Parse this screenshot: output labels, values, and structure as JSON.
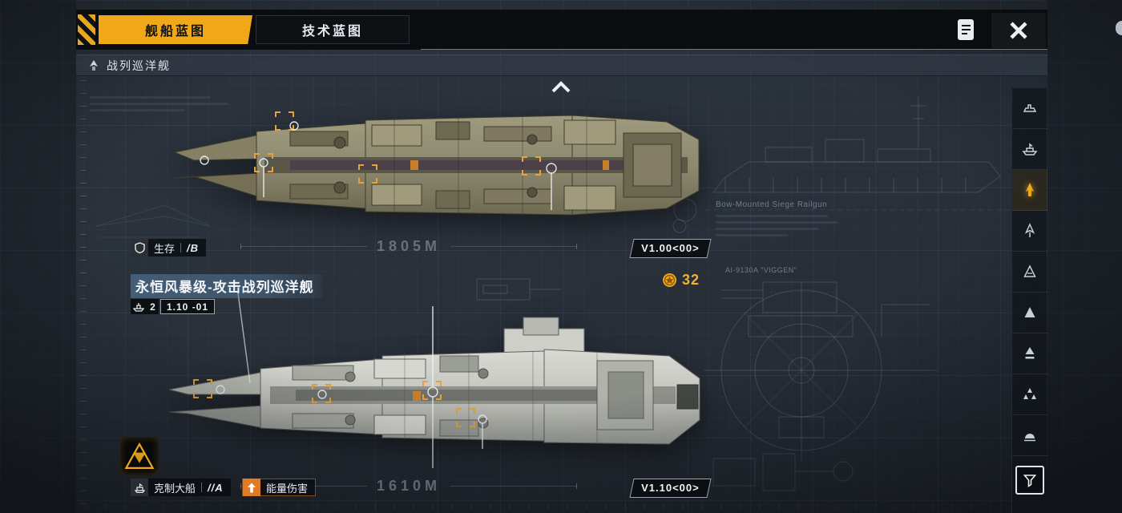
{
  "tabs": {
    "ship": "舰船蓝图",
    "tech": "技术蓝图"
  },
  "header": {
    "title": "战列巡洋舰"
  },
  "top_ship": {
    "stat_label": "生存",
    "stat_value": "/B",
    "length": "1805M",
    "version": "V1.00<00>"
  },
  "selection": {
    "name": "永恒风暴级-攻击战列巡洋舰",
    "count": "2",
    "revision": "1.10 -01",
    "blueprint_points": "32"
  },
  "bottom_ship": {
    "stat_label": "克制大船",
    "stat_value": "//A",
    "damage_label": "能量伤害",
    "length": "1610M",
    "version": "V1.10<00>"
  },
  "annotations": {
    "railgun": "Bow-Mounted Siege Railgun",
    "section": "AI-9130A \"VIGGEN\""
  },
  "sidebar": {
    "active_index": 2,
    "items": [
      "carrier-icon",
      "battleship-icon",
      "battlecruiser-icon",
      "cruiser-icon",
      "destroyer-icon",
      "frigate-icon",
      "corvette-icon",
      "fighter-group-icon",
      "support-icon",
      "filter-icon"
    ]
  },
  "colors": {
    "accent": "#f0a818",
    "energy": "#e07b28",
    "hull_top": "#8e8a6e",
    "hull_bottom": "#c6c7c1"
  }
}
